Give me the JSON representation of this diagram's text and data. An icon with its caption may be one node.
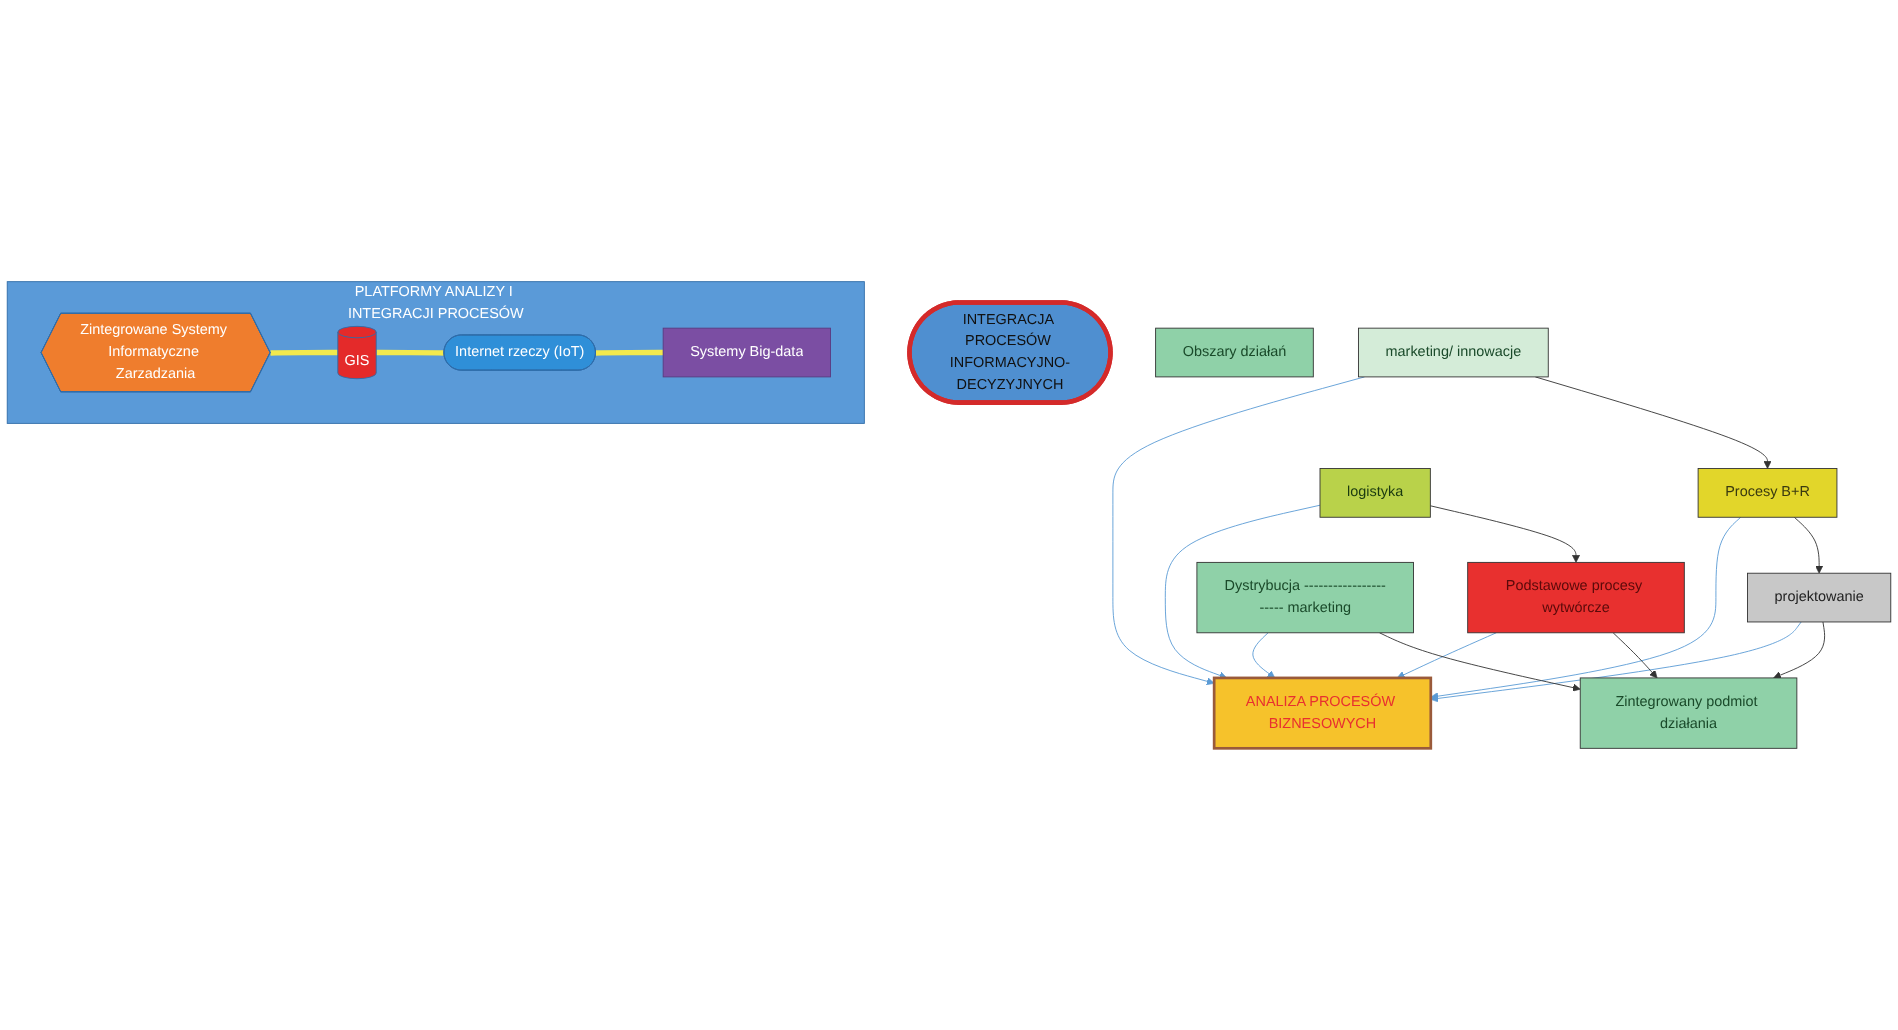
{
  "diagram": {
    "nodes": [
      {
        "text": [
          "INTEGRACJA PROCESÓW INFORMACYJNO-DECYZYJNYCH"
        ]
      },
      {
        "text": [
          "ANALIZA PROCESÓW BIZNESOWYCH"
        ]
      },
      {
        "text": [
          "Obszary działań"
        ]
      },
      {
        "text": [
          "marketing/ innowacje"
        ]
      },
      {
        "text": [
          "Procesy B+R"
        ]
      },
      {
        "text": [
          "projektowanie"
        ]
      },
      {
        "text": [
          "logistyka"
        ]
      },
      {
        "text": [
          "Podstawowe procesy wytwórcze"
        ]
      },
      {
        "text": [
          "Dystrybucja ---------------------- marketing"
        ]
      },
      {
        "text": [
          "Zintegrowany podmiot działania"
        ]
      },
      {
        "text": [
          "PLATFORMY ANALIZY I INTEGRACJI PROCESÓW"
        ]
      },
      {
        "text": [
          "Zintegrowane Systemy Informatyczne Zarzadzania"
        ],
        "in": 10
      },
      {
        "text": [
          "GIS"
        ],
        "in": 10
      },
      {
        "text": [
          "Internet rzeczy (IoT)"
        ],
        "in": 10
      },
      {
        "text": [
          "Systemy Big-data"
        ],
        "in": 10
      }
    ],
    "edges": [
      {
        "from": 3,
        "to": 1,
        "arrow": "to"
      },
      {
        "from": 6,
        "to": 1,
        "arrow": "to"
      },
      {
        "from": 4,
        "to": 1,
        "arrow": "to"
      },
      {
        "from": 8,
        "to": 1,
        "arrow": "to"
      },
      {
        "from": 7,
        "to": 1,
        "arrow": "to"
      },
      {
        "from": 5,
        "to": 1,
        "arrow": "to"
      },
      {
        "from": 3,
        "to": 4,
        "arrow": "to",
        "color": "#333333"
      },
      {
        "from": 4,
        "to": 5,
        "arrow": "to",
        "color": "#333333"
      },
      {
        "from": 5,
        "to": 9,
        "arrow": "to",
        "color": "#333333"
      },
      {
        "from": 6,
        "to": 7,
        "arrow": "to",
        "color": "#333333"
      },
      {
        "from": 7,
        "to": 9,
        "arrow": "to",
        "color": "#333333"
      },
      {
        "from": 8,
        "to": 9,
        "arrow": "to",
        "color": "#333333"
      },
      {
        "from": 11,
        "to": 12,
        "arrow": "none",
        "style": "thick",
        "color": "#f2e94e"
      },
      {
        "from": 12,
        "to": 13,
        "arrow": "none",
        "style": "thick",
        "color": "#f2e94e"
      },
      {
        "from": 13,
        "to": 14,
        "arrow": "none",
        "style": "thick",
        "color": "#f2e94e"
      }
    ]
  }
}
